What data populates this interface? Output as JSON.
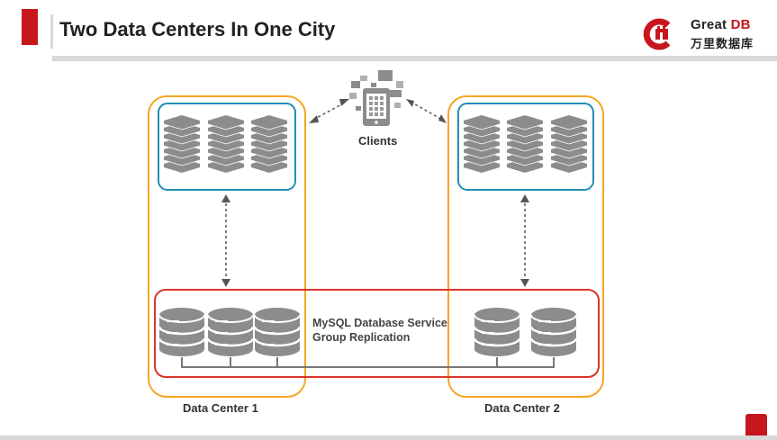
{
  "slide": {
    "title": "Two Data Centers In One City"
  },
  "logo": {
    "name_main": "Great",
    "name_accent": "DB",
    "name_cn": "万里数据库"
  },
  "diagram": {
    "clients_label": "Clients",
    "group_replication_line1": "MySQL Database Service",
    "group_replication_line2": "Group Replication",
    "dc1_label": "Data Center 1",
    "dc2_label": "Data Center 2"
  },
  "colors": {
    "accent": "#c8161d",
    "data_center_border": "#f5a623",
    "app_group_border": "#1f8fb0",
    "db_group_border": "#d9352b",
    "icon_gray": "#8c8c8c"
  }
}
